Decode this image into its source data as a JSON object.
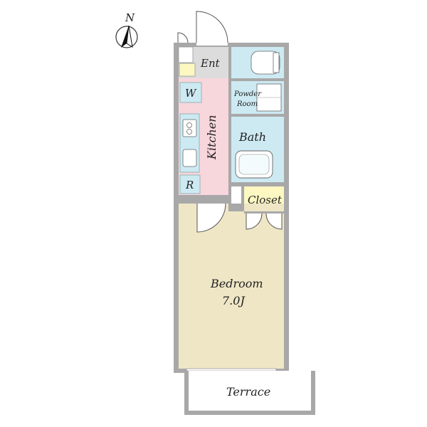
{
  "compass": {
    "north_label": "N"
  },
  "rooms": {
    "entrance": "Ent",
    "washer": "W",
    "kitchen": "Kitchen",
    "refrigerator": "R",
    "powder_room_line1": "Powder",
    "powder_room_line2": "Room",
    "bath": "Bath",
    "closet": "Closet",
    "bedroom": "Bedroom",
    "bedroom_size": "7.0J",
    "terrace": "Terrace"
  },
  "colors": {
    "wall": "#a8a8a8",
    "entrance": "#dcdcdc",
    "kitchen": "#f7d6dc",
    "wet_areas": "#cdeaf3",
    "closet": "#fdf7c2",
    "bedroom": "#efe6c6",
    "terrace": "#ffffff"
  }
}
